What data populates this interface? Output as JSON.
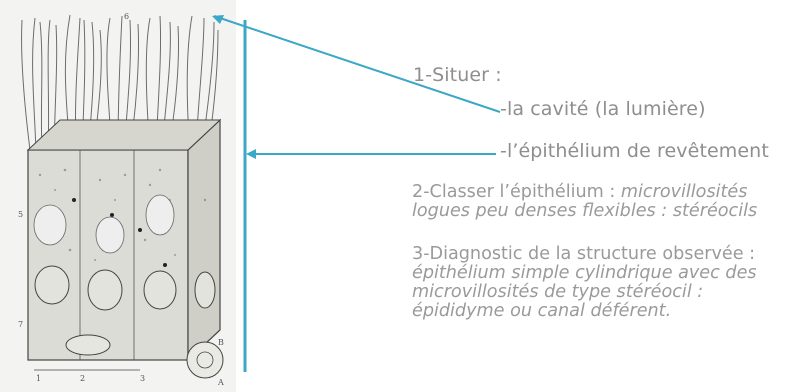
{
  "colors": {
    "accent": "#3aa8c6",
    "text": "#8e8e8e",
    "figure_ink": "#444444",
    "figure_bg": "#f3f3f1"
  },
  "figure": {
    "labels": {
      "top": "6",
      "left_upper": "5",
      "left_lower": "7",
      "bottom_1": "1",
      "bottom_2": "2",
      "bottom_3": "3",
      "corner_b": "B",
      "corner_a": "A"
    }
  },
  "items": {
    "item1_title": "1-Situer :",
    "item1_a": "-la cavité (la lumière)",
    "item1_b": "-l’épithélium de revêtement",
    "item2_lead": "2-Classer l’épithélium : ",
    "item2_italic_1": "microvillosités",
    "item2_italic_2": "logues peu denses flexibles : stéréocils",
    "item3_lead": "3-Diagnostic de la structure observée :",
    "item3_line1": "épithélium simple cylindrique avec des",
    "item3_line2": "microvillosités de type stéréocil :",
    "item3_line3": "épididyme ou canal déférent."
  }
}
